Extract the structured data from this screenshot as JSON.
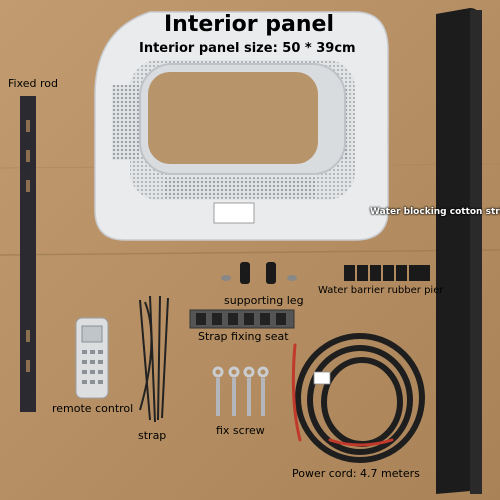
{
  "title": "Interior panel",
  "subtitle": "Interior panel size: 50 * 39cm",
  "labels": {
    "fixed_rod": "Fixed rod",
    "water_strip": "Water blocking cotton strip",
    "supporting_leg": "supporting leg",
    "rubber_pier": "Water barrier rubber pier",
    "strap_seat": "Strap fixing seat",
    "remote_control": "remote control",
    "strap": "strap",
    "fix_screw": "fix screw",
    "power_cord": "Power cord: 4.7 meters"
  },
  "colors": {
    "background": "#b8946a",
    "panel": "#e9ebed",
    "strip": "#1c1c1c",
    "cable": "#1e1e1e",
    "cable_accent": "#c0392b"
  }
}
